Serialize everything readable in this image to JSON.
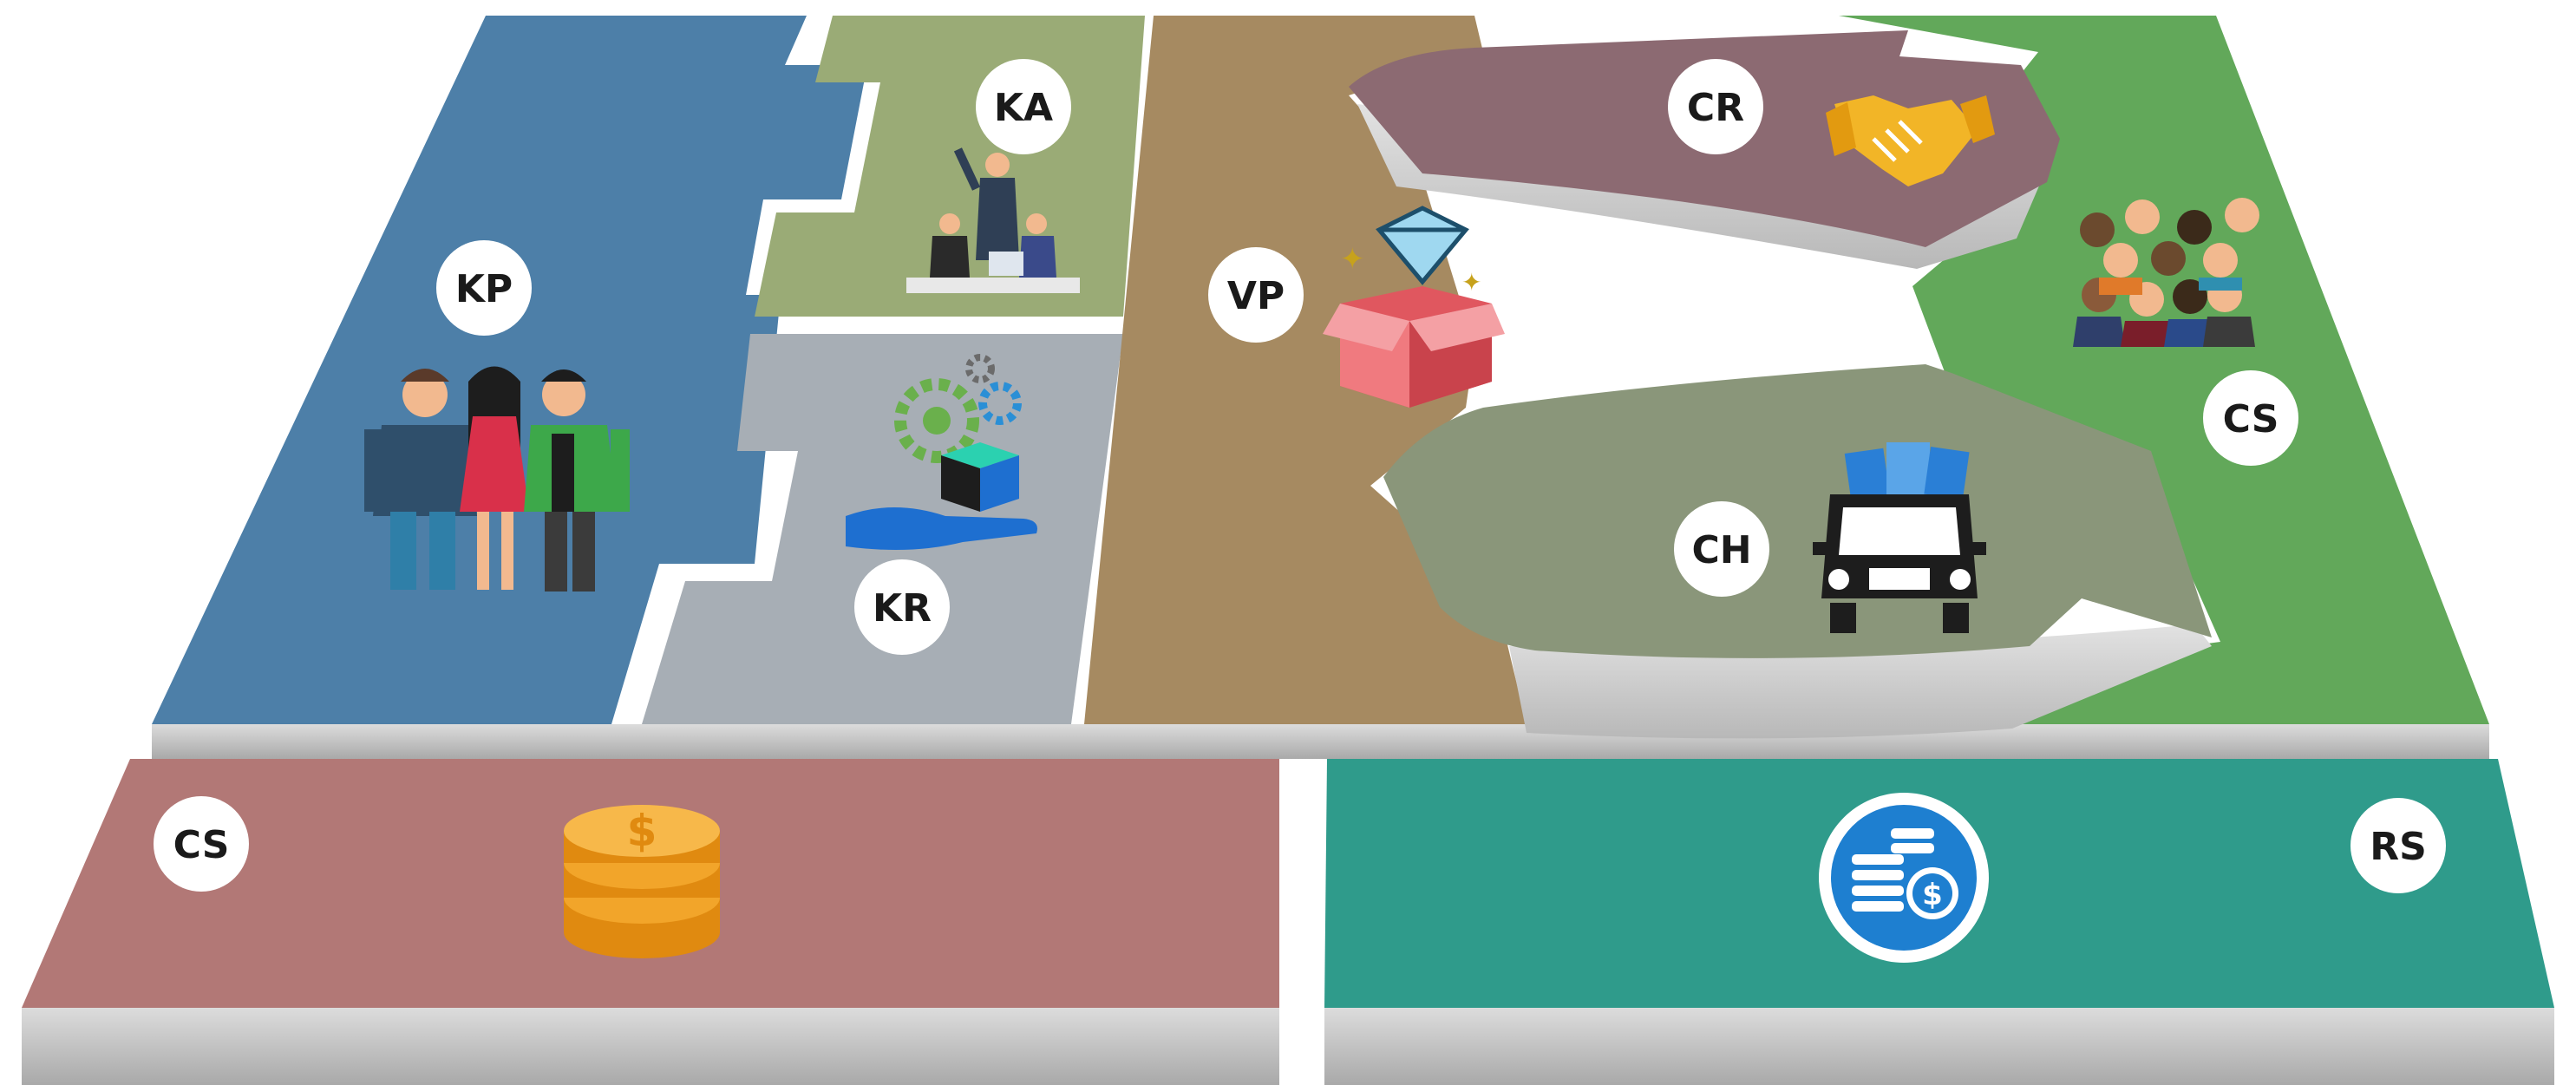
{
  "canvas": {
    "labels": {
      "key_partners": "KP",
      "key_activities": "KA",
      "key_resources": "KR",
      "value_propositions": "VP",
      "customer_relationships": "CR",
      "channels": "CH",
      "customer_segments": "CS",
      "cost_structure": "CS",
      "revenue_streams": "RS"
    },
    "icons": {
      "key_partners": "people-group-icon",
      "key_activities": "office-meeting-icon",
      "key_resources": "hand-gears-cube-icon",
      "value_propositions": "diamond-gift-box-icon",
      "customer_relationships": "handshake-icon",
      "channels": "delivery-truck-icon",
      "customer_segments": "customer-crowd-icon",
      "cost_structure": "coin-stack-icon",
      "revenue_streams": "money-badge-icon"
    },
    "colors": {
      "key_partners": "#4d7fa8",
      "key_activities": "#9aab76",
      "key_resources": "#a7aeb5",
      "value_propositions": "#a68a61",
      "customer_relationships": "#8c6a72",
      "channels": "#8a967a",
      "customer_segments": "#62a85a",
      "cost_structure": "#b27876",
      "revenue_streams": "#2f9b8b",
      "base_shadow": "#c9c9c9"
    }
  }
}
